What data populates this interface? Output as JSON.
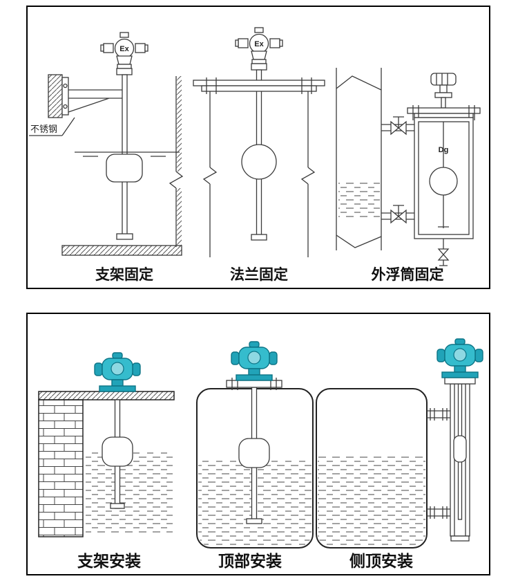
{
  "panels": {
    "top": {
      "ex_marking": "Ex",
      "figures": [
        {
          "id": "bracket-fixing",
          "label": "支架固定",
          "annotation": "不锈钢"
        },
        {
          "id": "flange-fixing",
          "label": "法兰固定"
        },
        {
          "id": "external-chamber-fixing",
          "label": "外浮筒固定",
          "pipe_label": "Dg"
        }
      ]
    },
    "bottom": {
      "figures": [
        {
          "id": "bracket-install",
          "label": "支架安装"
        },
        {
          "id": "top-install",
          "label": "顶部安装"
        },
        {
          "id": "side-top-install",
          "label": "侧顶安装"
        }
      ]
    }
  },
  "colors": {
    "line": "#3a3a3a",
    "border": "#000000",
    "transmitter_body": "#35bccd",
    "transmitter_dark": "#21a3b8"
  }
}
